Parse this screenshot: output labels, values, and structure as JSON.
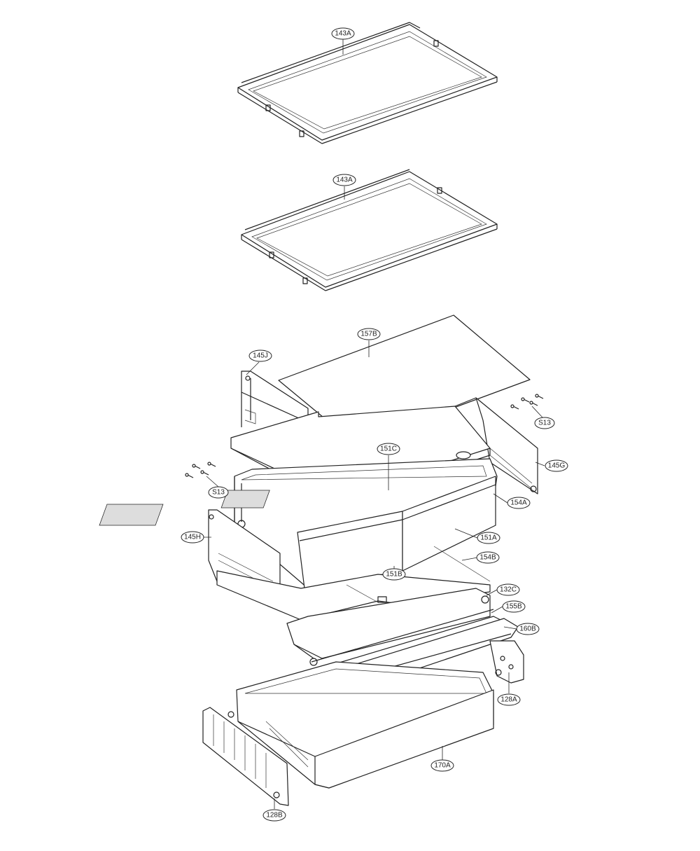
{
  "callouts": [
    {
      "id": "shelf-top",
      "label": "143A"
    },
    {
      "id": "shelf-second",
      "label": "143A"
    },
    {
      "id": "cover-sheet",
      "label": "157B"
    },
    {
      "id": "side-rail-left-upper",
      "label": "145J"
    },
    {
      "id": "screws-right",
      "label": "S13"
    },
    {
      "id": "side-rail-right",
      "label": "145G"
    },
    {
      "id": "hinge-cover",
      "label": "151C"
    },
    {
      "id": "screws-left",
      "label": "S13"
    },
    {
      "id": "crisper-frame",
      "label": "154A"
    },
    {
      "id": "side-rail-left-lower",
      "label": "145H"
    },
    {
      "id": "crisper-drawer",
      "label": "151A"
    },
    {
      "id": "crisper-drawer-front",
      "label": "151B"
    },
    {
      "id": "drawer-slide",
      "label": "154B"
    },
    {
      "id": "roller",
      "label": "132C"
    },
    {
      "id": "rail-bracket",
      "label": "155B"
    },
    {
      "id": "drawer-handle",
      "label": "160B"
    },
    {
      "id": "slide-right",
      "label": "128A"
    },
    {
      "id": "pantry-drawer",
      "label": "170A"
    },
    {
      "id": "slide-left",
      "label": "128B"
    }
  ]
}
